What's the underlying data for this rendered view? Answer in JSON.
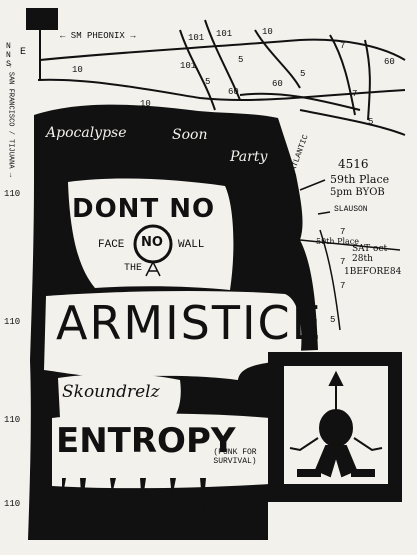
{
  "map": {
    "compass": [
      "N",
      "N",
      "S",
      "E"
    ],
    "top_arrow_label": "← SM PHEONIX →",
    "side_label": "← SAN FRANCISCO / TIJUANA →",
    "highways": {
      "h10_top": "10",
      "h101_a": "101",
      "h101_b": "101",
      "h10_right": "10",
      "h7_a": "7",
      "h60_a": "60",
      "h5_a": "5",
      "h101_c": "101",
      "h5_b": "5",
      "h60_b": "60",
      "h60_c": "60",
      "h5_c": "5",
      "h7_b": "7",
      "h10_mid": "10",
      "h5_d": "5",
      "h5_e": "5",
      "h110_a": "110",
      "h110_b": "110",
      "h110_c": "110",
      "h110_d": "110",
      "h7_c": "7",
      "h7_d": "7",
      "h7_e": "7",
      "h5_f": "5"
    },
    "street_atlantic": "ATLANTIC",
    "address": "4516",
    "place": "59th Place",
    "time": "5pm BYOB",
    "street_slauson": "SLAUSON",
    "cross_street": "59th Place",
    "date": "SAT oct 28th",
    "before": "1BEFORE84"
  },
  "flyer": {
    "title_line1": "Apocalypse",
    "title_line2": "Soon",
    "title_line3": "Party",
    "band1": "DONT NO",
    "band1_face": "FACE",
    "band1_no": "NO",
    "band1_wall": "WALL",
    "band1_the": "THE",
    "band2": "ARMISTICE",
    "band3": "Skoundrelz",
    "band4": "ENTROPY",
    "band4_tag": "(PUNK FOR SURVIVAL)"
  }
}
